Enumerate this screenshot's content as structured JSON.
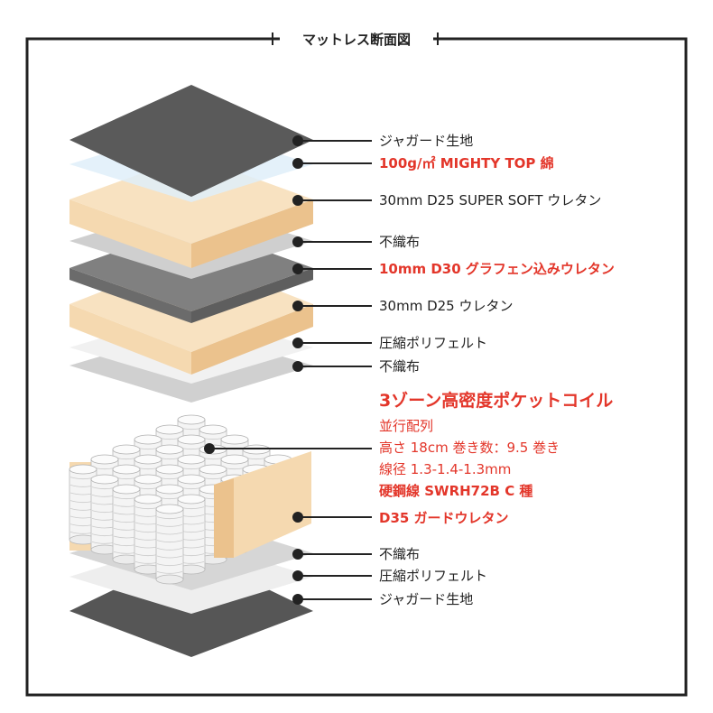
{
  "title": "マットレス断面図",
  "colors": {
    "dark_fabric": "#565656",
    "urethane": "#f5d9b0",
    "urethane_side": "#ebc28d",
    "nonwoven": "#cfcfcf",
    "felt": "#eeeeee",
    "mesh": "#dfeff9",
    "graphene": "#7f7f7f",
    "accent_red": "#e3362a",
    "text": "#222222"
  },
  "labels": {
    "jacquard_top": "ジャガード生地",
    "mighty_top": "100g/㎡ MIGHTY TOP 綿",
    "super_soft": "30mm D25 SUPER SOFT ウレタン",
    "nonwoven_1": "不織布",
    "graphene": "10mm D30 グラフェン込みウレタン",
    "urethane_d25": "30mm D25 ウレタン",
    "felt_1": "圧縮ポリフェルト",
    "nonwoven_2": "不織布",
    "coil_title": "3ゾーン高密度ポケットコイル",
    "coil_layout": "並行配列",
    "coil_height": "高さ 18cm  巻き数：9.5 巻き",
    "coil_wire": "線径 1.3-1.4-1.3mm",
    "coil_steel": "硬鋼線 SWRH72B  C 種",
    "guard": "D35 ガードウレタン",
    "nonwoven_3": "不織布",
    "felt_2": "圧縮ポリフェルト",
    "jacquard_bottom": "ジャガード生地"
  }
}
